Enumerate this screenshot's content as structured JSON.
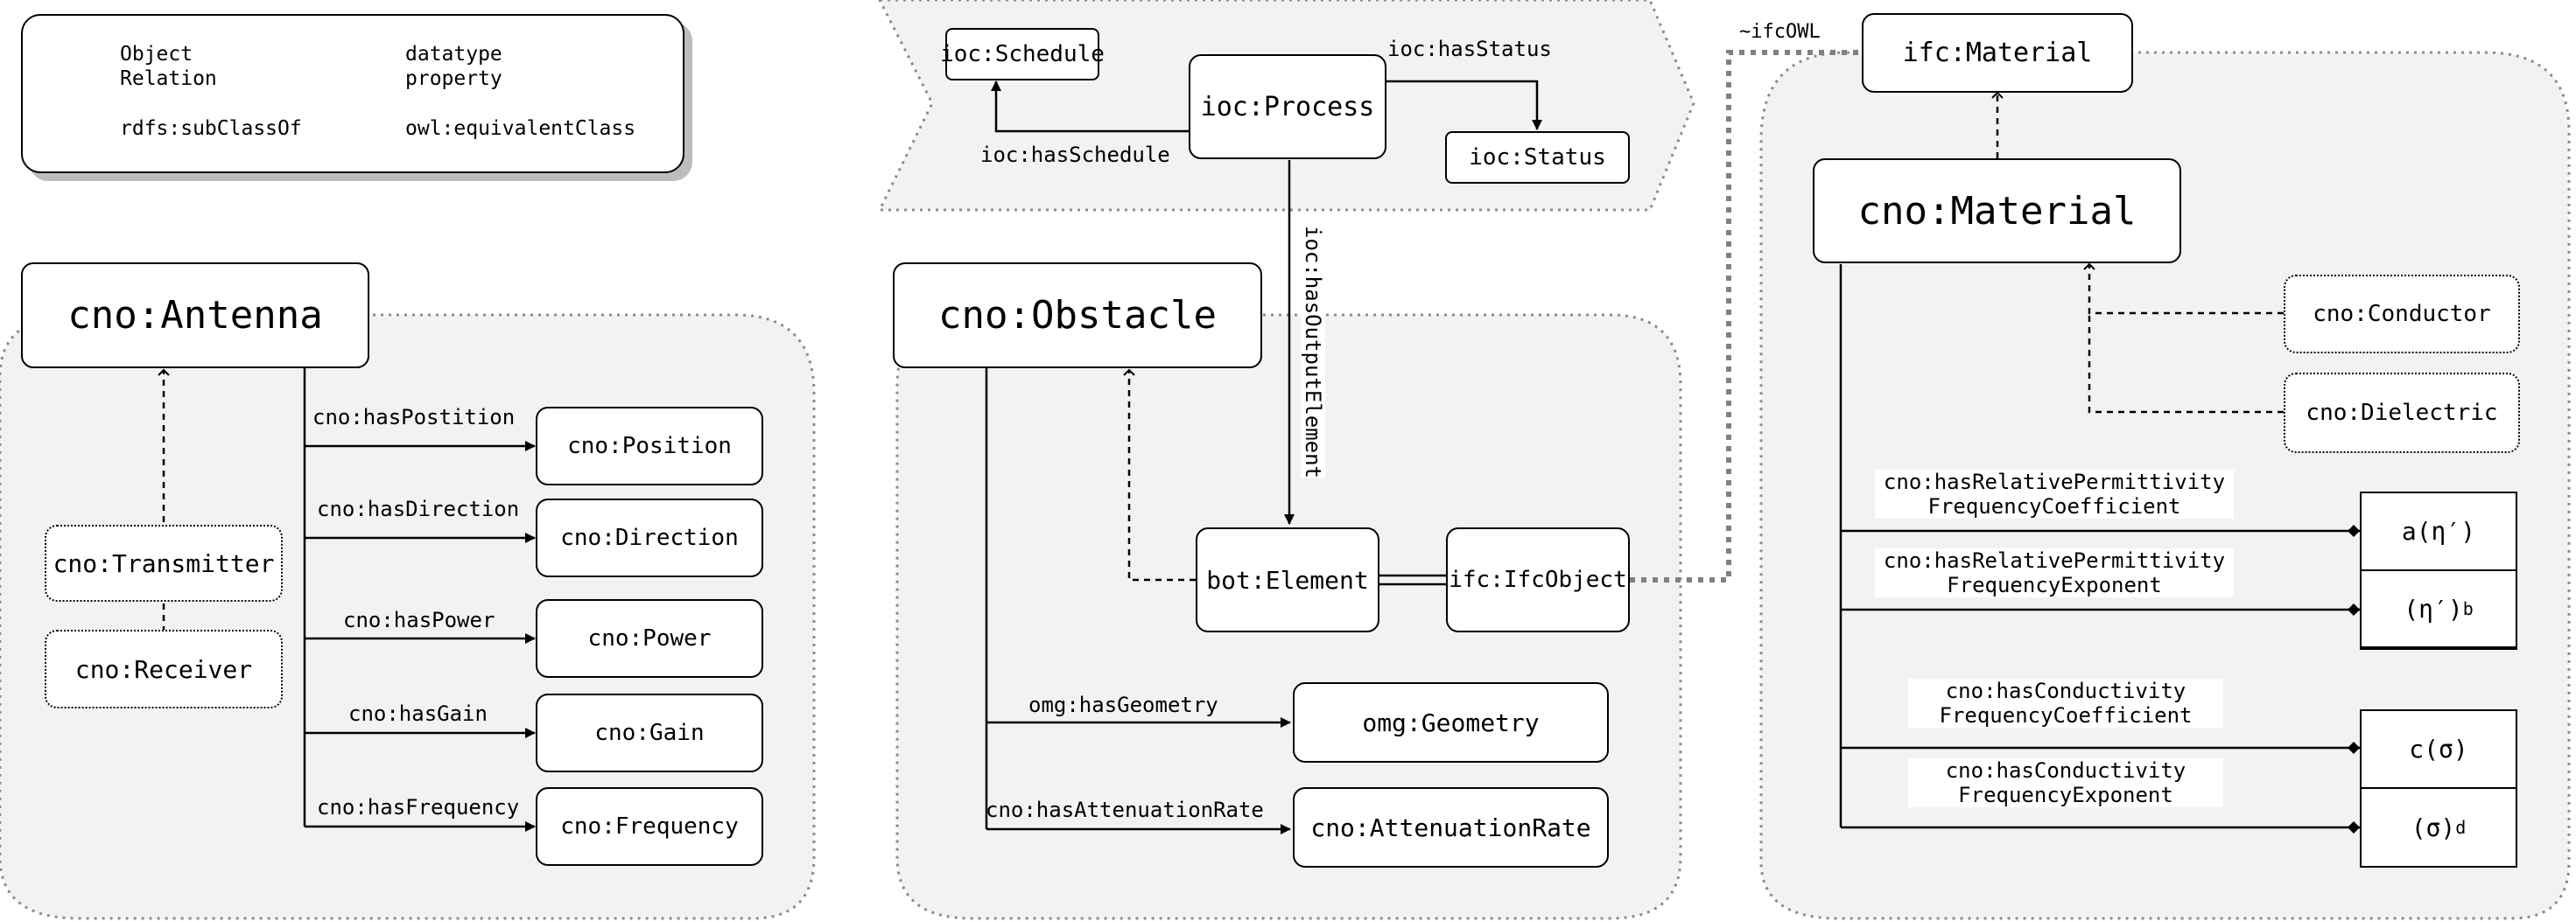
{
  "legend": {
    "object_relation": "Object\nRelation",
    "datatype_property": "datatype\nproperty",
    "subclass_of": "rdfs:subClassOf",
    "equivalent_class": "owl:equivalentClass"
  },
  "antenna_group": {
    "antenna": "cno:Antenna",
    "transmitter": "cno:Transmitter",
    "receiver": "cno:Receiver",
    "properties": [
      {
        "edge": "cno:hasPostition",
        "target": "cno:Position"
      },
      {
        "edge": "cno:hasDirection",
        "target": "cno:Direction"
      },
      {
        "edge": "cno:hasPower",
        "target": "cno:Power"
      },
      {
        "edge": "cno:hasGain",
        "target": "cno:Gain"
      },
      {
        "edge": "cno:hasFrequency",
        "target": "cno:Frequency"
      }
    ]
  },
  "process_group": {
    "schedule": "ioc:Schedule",
    "process": "ioc:Process",
    "status": "ioc:Status",
    "has_schedule": "ioc:hasSchedule",
    "has_status": "ioc:hasStatus",
    "has_output_element": "ioc:hasOutputElement"
  },
  "obstacle_group": {
    "obstacle": "cno:Obstacle",
    "bot_element": "bot:Element",
    "ifc_object": "ifc:IfcObject",
    "geometry": "omg:Geometry",
    "attenuation_rate": "cno:AttenuationRate",
    "has_geometry": "omg:hasGeometry",
    "has_attenuation_rate": "cno:hasAttenuationRate"
  },
  "material_group": {
    "ifc_owl_label": "~ifcOWL",
    "ifc_material": "ifc:Material",
    "cno_material": "cno:Material",
    "conductor": "cno:Conductor",
    "dielectric": "cno:Dielectric",
    "datatype_props": [
      {
        "edge_line1": "cno:hasRelativePermittivity",
        "edge_line2": "FrequencyCoefficient",
        "target": "a(η′)"
      },
      {
        "edge_line1": "cno:hasRelativePermittivity",
        "edge_line2": "FrequencyExponent",
        "target": "(η′)",
        "sup": "b"
      },
      {
        "edge_line1": "cno:hasConductivity",
        "edge_line2": "FrequencyCoefficient",
        "target": "c(σ)"
      },
      {
        "edge_line1": "cno:hasConductivity",
        "edge_line2": "FrequencyExponent",
        "target": "(σ)",
        "sup": "d"
      }
    ]
  }
}
